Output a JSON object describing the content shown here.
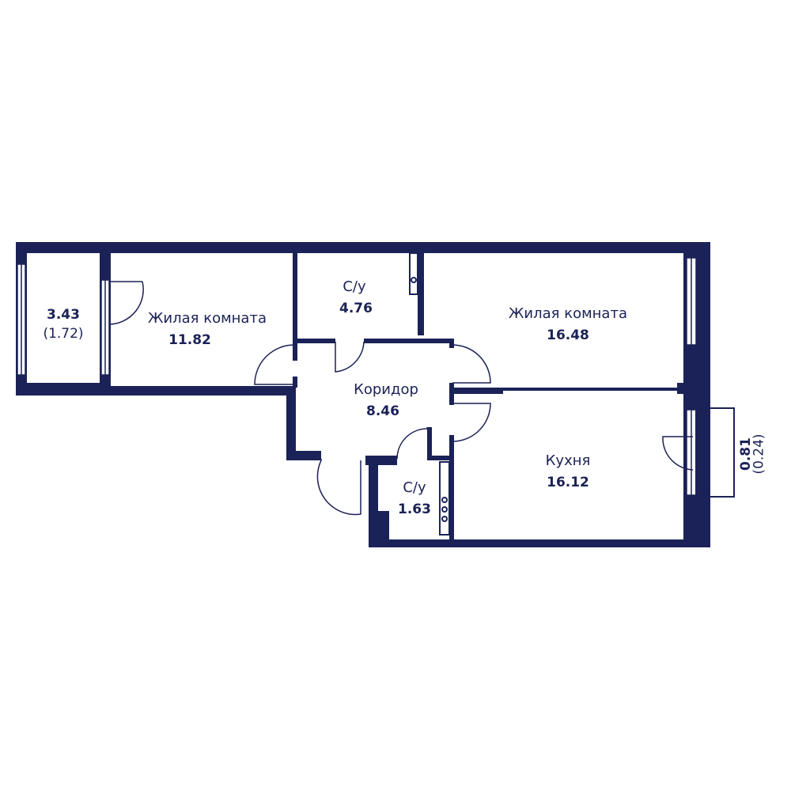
{
  "plan": {
    "accent_color": "#1b2257",
    "balcony": {
      "area": "3.43",
      "sub_area": "(1.72)"
    },
    "loggia": {
      "area": "0.81",
      "sub_area": "(0.24)"
    },
    "rooms": [
      {
        "id": "living-1",
        "name": "Жилая комната",
        "area": "11.82"
      },
      {
        "id": "bath-1",
        "name": "С/у",
        "area": "4.76"
      },
      {
        "id": "living-2",
        "name": "Жилая комната",
        "area": "16.48"
      },
      {
        "id": "corridor",
        "name": "Коридор",
        "area": "8.46"
      },
      {
        "id": "bath-2",
        "name": "С/у",
        "area": "1.63"
      },
      {
        "id": "kitchen",
        "name": "Кухня",
        "area": "16.12"
      }
    ]
  }
}
